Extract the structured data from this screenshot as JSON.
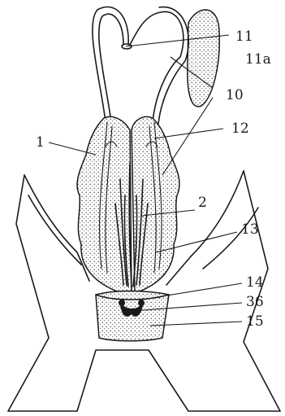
{
  "labels": {
    "l1": "1",
    "l2": "2",
    "l10": "10",
    "l11": "11",
    "l11a": "11a",
    "l12": "12",
    "l13": "13",
    "l14": "14",
    "l36": "36",
    "l15": "15"
  },
  "colors": {
    "ink": "#1a1a1a",
    "background": "#ffffff"
  }
}
